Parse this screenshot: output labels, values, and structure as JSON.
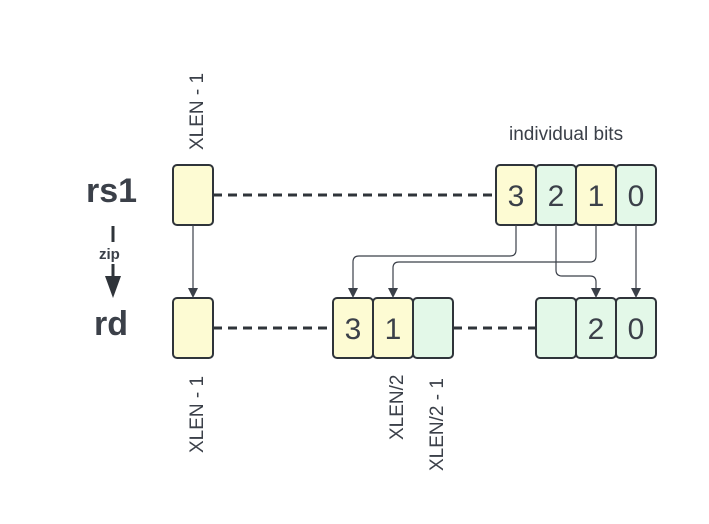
{
  "registers": {
    "source": "rs1",
    "dest": "rd"
  },
  "operation": "zip",
  "caption": "individual bits",
  "rs1_bits": [
    "3",
    "2",
    "1",
    "0"
  ],
  "rd_upper_bits": [
    "3",
    "1",
    ""
  ],
  "rd_lower_bits": [
    "",
    "2",
    "0"
  ],
  "labels": {
    "rs1_msb": "XLEN - 1",
    "rd_msb": "XLEN - 1",
    "rd_half": "XLEN/2",
    "rd_half_minus_one": "XLEN/2 - 1"
  },
  "colors": {
    "odd_bits": "#fdfbd3",
    "even_bits": "#e3f8e8",
    "stroke": "#2f343a"
  }
}
